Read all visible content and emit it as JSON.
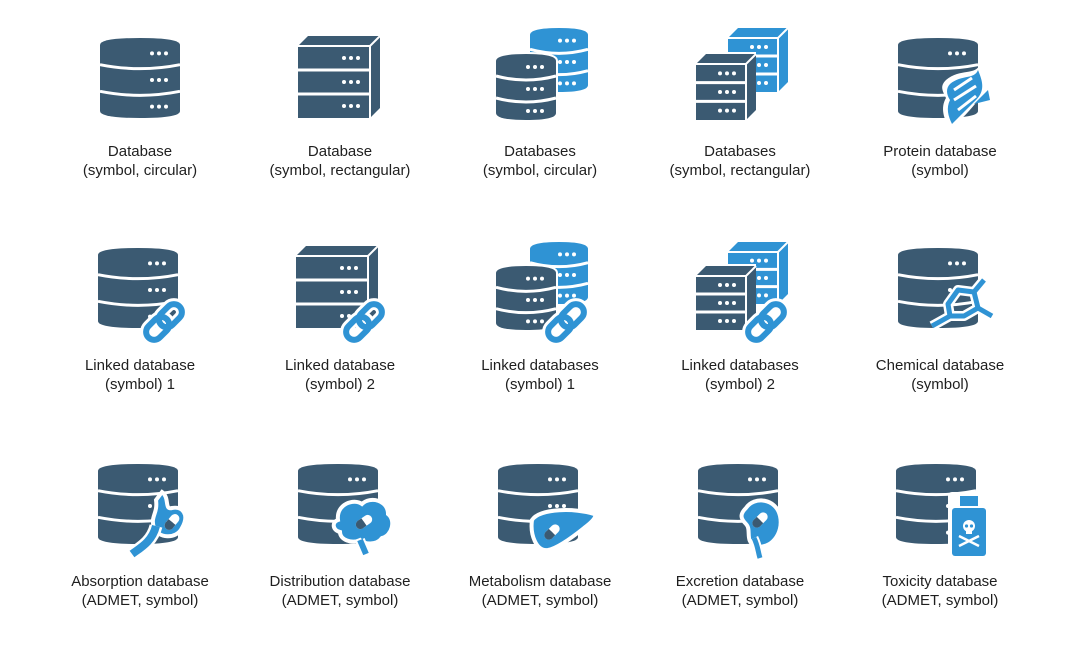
{
  "colors": {
    "dark": "#3b5a72",
    "light": "#2f93d4",
    "white": "#ffffff",
    "text": "#1f1f1f"
  },
  "icons": [
    {
      "icon": "database-circular-icon",
      "line1": "Database",
      "line2": "(symbol, circular)"
    },
    {
      "icon": "database-rectangular-icon",
      "line1": "Database",
      "line2": "(symbol, rectangular)"
    },
    {
      "icon": "databases-circular-icon",
      "line1": "Databases",
      "line2": "(symbol, circular)"
    },
    {
      "icon": "databases-rectangular-icon",
      "line1": "Databases",
      "line2": "(symbol, rectangular)"
    },
    {
      "icon": "protein-database-icon",
      "line1": "Protein database",
      "line2": "(symbol)"
    },
    {
      "icon": "linked-database-1-icon",
      "line1": "Linked database",
      "line2": "(symbol) 1"
    },
    {
      "icon": "linked-database-2-icon",
      "line1": "Linked database",
      "line2": "(symbol) 2"
    },
    {
      "icon": "linked-databases-1-icon",
      "line1": "Linked databases",
      "line2": "(symbol) 1"
    },
    {
      "icon": "linked-databases-2-icon",
      "line1": "Linked databases",
      "line2": "(symbol) 2"
    },
    {
      "icon": "chemical-database-icon",
      "line1": "Chemical database",
      "line2": "(symbol)"
    },
    {
      "icon": "absorption-database-icon",
      "line1": "Absorption database",
      "line2": "(ADMET, symbol)"
    },
    {
      "icon": "distribution-database-icon",
      "line1": "Distribution database",
      "line2": "(ADMET, symbol)"
    },
    {
      "icon": "metabolism-database-icon",
      "line1": "Metabolism database",
      "line2": "(ADMET, symbol)"
    },
    {
      "icon": "excretion-database-icon",
      "line1": "Excretion database",
      "line2": "(ADMET, symbol)"
    },
    {
      "icon": "toxicity-database-icon",
      "line1": "Toxicity database",
      "line2": "(ADMET, symbol)"
    }
  ]
}
